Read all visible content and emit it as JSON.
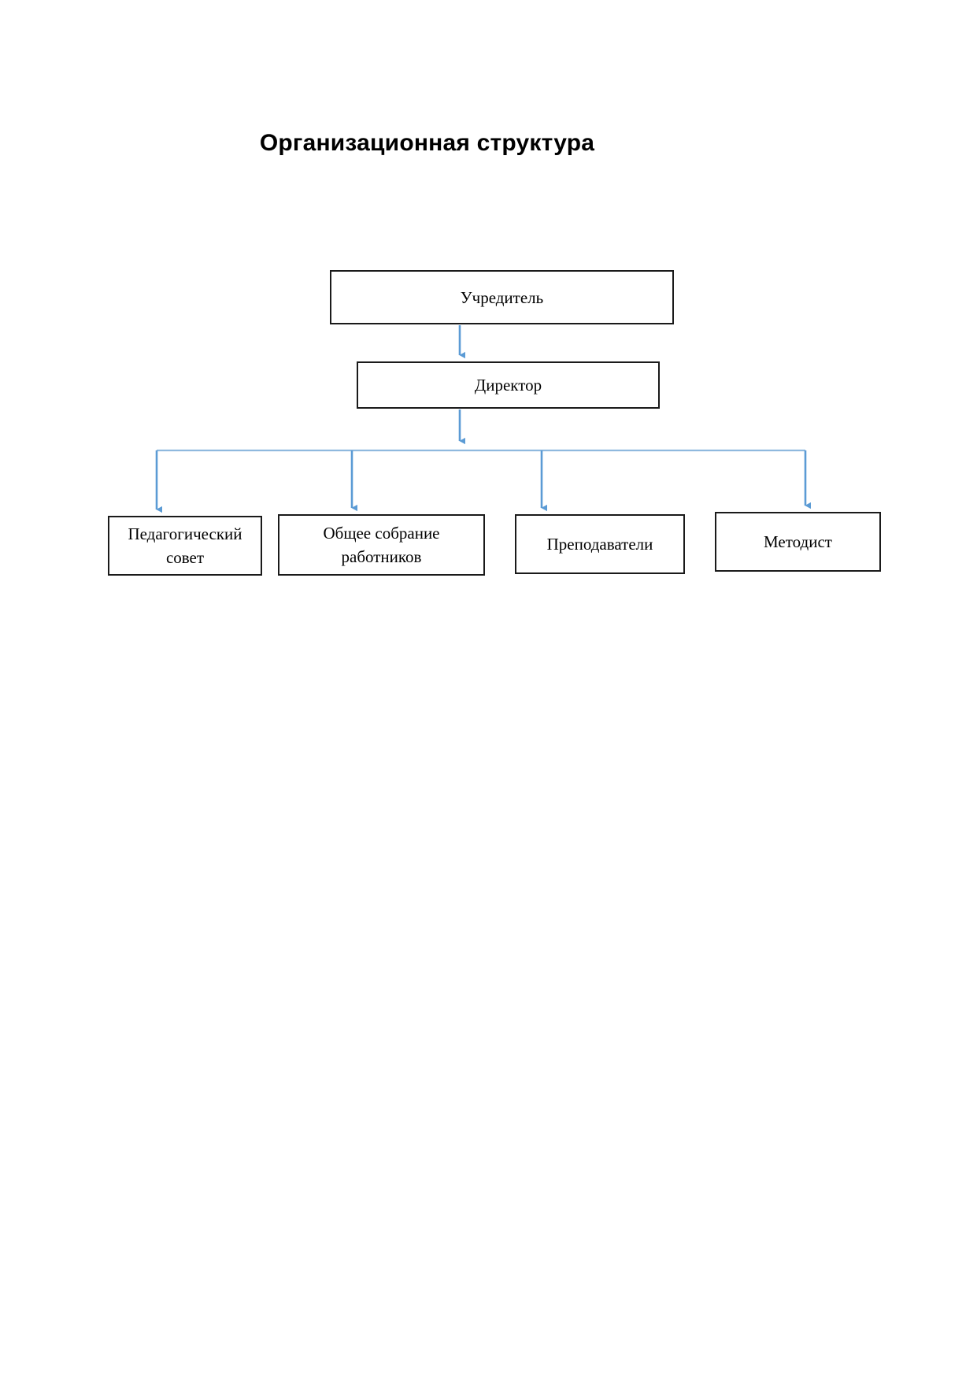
{
  "document": {
    "title": "Организационная структура",
    "background_color": "#ffffff"
  },
  "theme": {
    "box_border_color": "#1a1a1a",
    "box_fill_color": "#ffffff",
    "connector_color": "#5b9bd5",
    "text_color": "#000000"
  },
  "chart_data": {
    "type": "diagram",
    "diagram_kind": "organizational-chart",
    "title": "Организационная структура",
    "orientation": "top-down",
    "nodes": [
      {
        "id": "founder",
        "label": "Учредитель",
        "level": 0
      },
      {
        "id": "director",
        "label": "Директор",
        "level": 1
      },
      {
        "id": "pedsovet",
        "label": "Педагогический совет",
        "label_line1": "Педагогический",
        "label_line2": "совет",
        "level": 2
      },
      {
        "id": "general-meeting",
        "label": "Общее собрание работников",
        "label_line1": "Общее собрание",
        "label_line2": "работников",
        "level": 2
      },
      {
        "id": "teachers",
        "label": "Преподаватели",
        "level": 2
      },
      {
        "id": "methodist",
        "label": "Методист",
        "level": 2
      }
    ],
    "edges": [
      {
        "from": "founder",
        "to": "director",
        "style": "arrow"
      },
      {
        "from": "director",
        "to": "pedsovet",
        "style": "arrow"
      },
      {
        "from": "director",
        "to": "general-meeting",
        "style": "arrow"
      },
      {
        "from": "director",
        "to": "teachers",
        "style": "arrow"
      },
      {
        "from": "director",
        "to": "methodist",
        "style": "arrow"
      }
    ]
  },
  "nodes": {
    "founder": {
      "label": "Учредитель"
    },
    "director": {
      "label": "Директор"
    },
    "pedsovet": {
      "line1": "Педагогический",
      "line2": "совет"
    },
    "general_meeting": {
      "line1": "Общее собрание",
      "line2": "работников"
    },
    "teachers": {
      "label": "Преподаватели"
    },
    "methodist": {
      "label": "Методист"
    }
  }
}
